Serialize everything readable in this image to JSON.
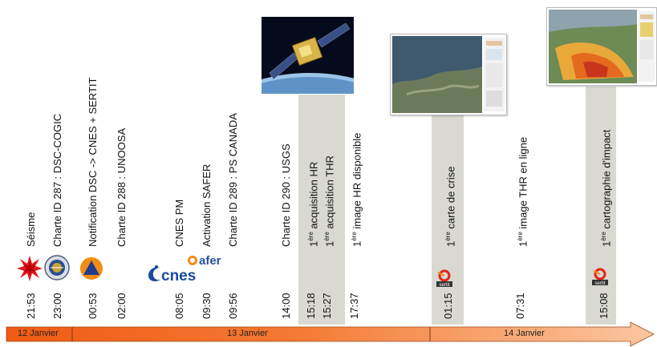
{
  "timeline": {
    "days": [
      {
        "label": "12 Janvier"
      },
      {
        "label": "13 Janvier"
      },
      {
        "label": "14 Janvier"
      }
    ],
    "events": [
      {
        "time": "21:53",
        "text": "Séisme"
      },
      {
        "time": "23:00",
        "text": "Charte ID 287 : DSC-COGIC"
      },
      {
        "time": "00:53",
        "text": "Notification DSC -> CNES + SERTIT"
      },
      {
        "time": "02:00",
        "text": "Charte ID 288 : UNOOSA"
      },
      {
        "time": "08:05",
        "text": "CNES PM"
      },
      {
        "time": "09:30",
        "text": "Activation SAFER"
      },
      {
        "time": "09:56",
        "text": "Charte ID 289 : PS CANADA"
      },
      {
        "time": "14:00",
        "text": "Charte ID 290 : USGS"
      },
      {
        "time": "15:18",
        "sup": "ère",
        "pre": "1",
        "text": " acquisition  HR"
      },
      {
        "time": "15:27",
        "sup": "ère",
        "pre": "1",
        "text": " acquisition  THR"
      },
      {
        "time": "17:37",
        "sup": "ère",
        "pre": "1",
        "text": " image HR disponible"
      },
      {
        "time": "01:15",
        "sup": "ère",
        "pre": "1",
        "text": " carte de crise"
      },
      {
        "time": "07:31",
        "sup": "ère",
        "pre": "1",
        "text": " image THR en ligne"
      },
      {
        "time": "15:08",
        "sup": "ère",
        "pre": "1",
        "text": " cartographie d'impact"
      }
    ]
  },
  "logos": {
    "cnes": "cnes",
    "safer": "afer",
    "sertit": "sertit"
  },
  "colors": {
    "arrow_start": "#f05a14",
    "arrow_end": "#fbb88a",
    "band": "#d9d9d2",
    "sertit_red": "#e1251b"
  }
}
